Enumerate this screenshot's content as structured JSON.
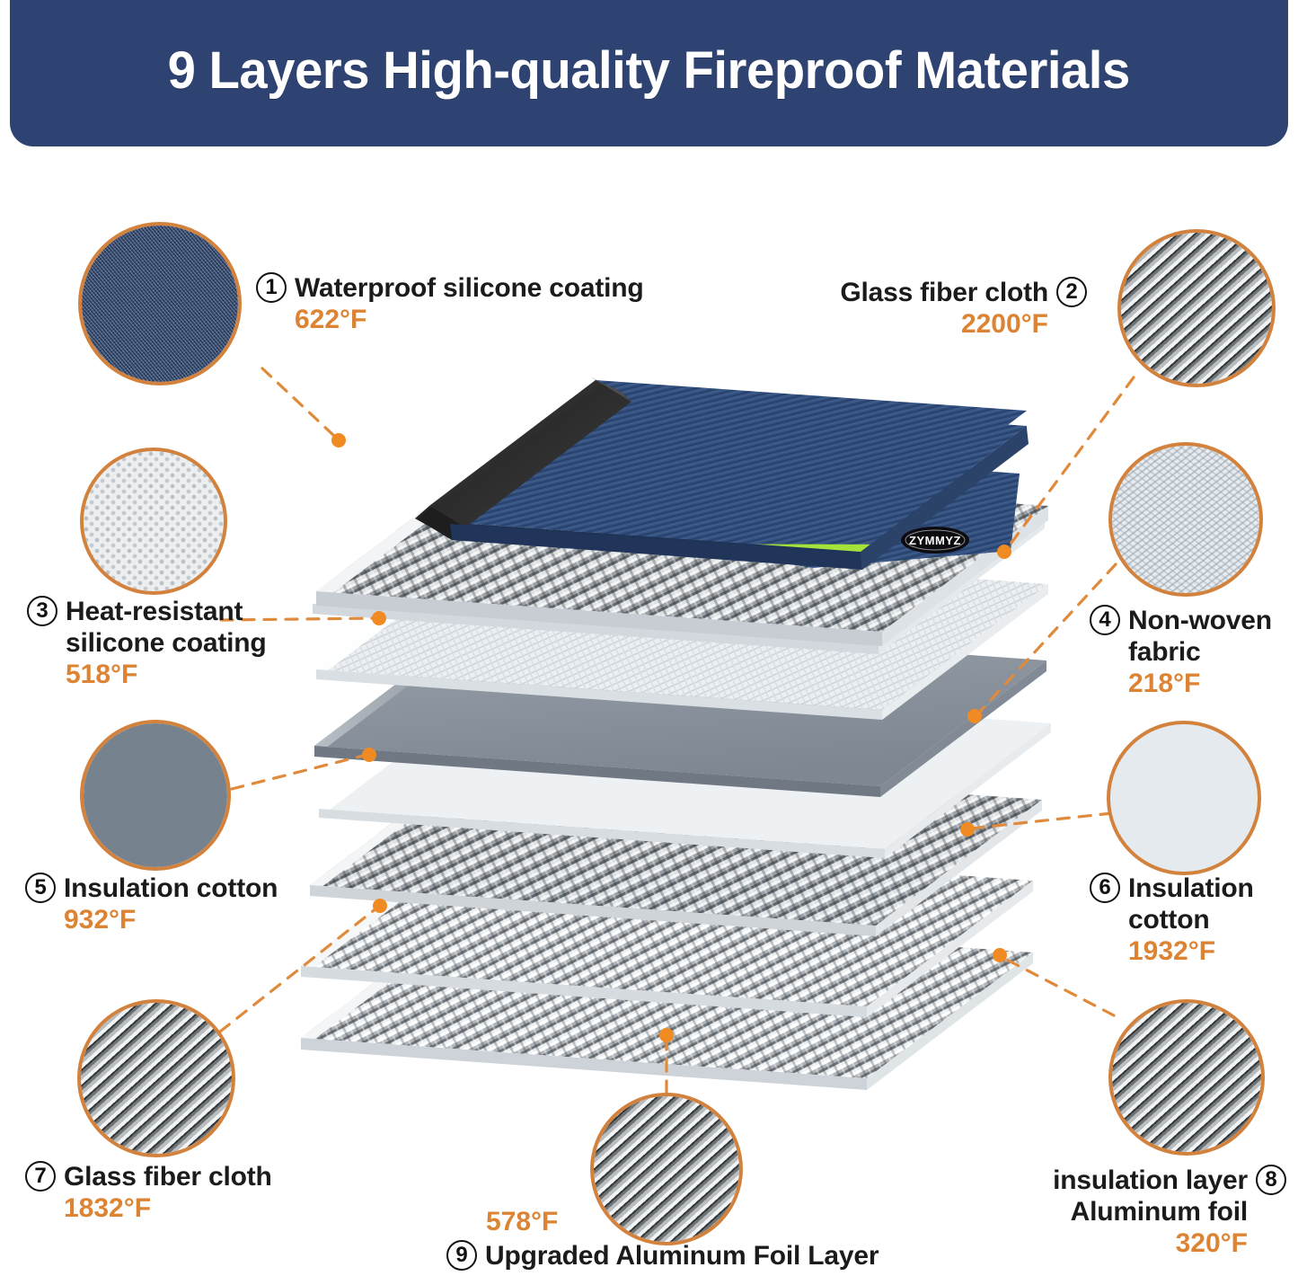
{
  "header": {
    "title": "9 Layers High-quality Fireproof Materials",
    "background_color": "#2e4372",
    "text_color": "#ffffff"
  },
  "accent": {
    "temperature_color": "#dd8434",
    "callout_line_color": "#e08a3c",
    "swatch_ring_color": "#d2823c",
    "label_text_color": "#1b1b1b"
  },
  "product": {
    "brand_logo_text": "ZYMMYZ",
    "top_layer_color": "#2f4a7c",
    "stripe_color": "#a6e33a",
    "edge_color": "#3a3a3a"
  },
  "layers": [
    {
      "number": "1",
      "name": "Waterproof silicone coating",
      "temperature": "622°F",
      "swatch": "navy-woven-texture",
      "align": "left"
    },
    {
      "number": "2",
      "name": "Glass fiber cloth",
      "temperature": "2200°F",
      "swatch": "gray-twill-weave-texture",
      "align": "right"
    },
    {
      "number": "3",
      "name_line1": "Heat-resistant",
      "name_line2": "silicone coating",
      "temperature": "518°F",
      "swatch": "white-dotted-silicone-texture",
      "align": "left"
    },
    {
      "number": "4",
      "name_line1": "Non-woven",
      "name_line2": "fabric",
      "temperature": "218°F",
      "swatch": "white-nonwoven-texture",
      "align": "left"
    },
    {
      "number": "5",
      "name": "Insulation cotton",
      "temperature": "932°F",
      "swatch": "slate-gray-solid",
      "align": "left"
    },
    {
      "number": "6",
      "name_line1": "Insulation",
      "name_line2": "cotton",
      "temperature": "1932°F",
      "swatch": "pale-gray-solid",
      "align": "left"
    },
    {
      "number": "7",
      "name": "Glass fiber cloth",
      "temperature": "1832°F",
      "swatch": "gray-twill-weave-texture",
      "align": "left"
    },
    {
      "number": "8",
      "name_line1": "insulation layer",
      "name_line2": "Aluminum foil",
      "temperature": "320°F",
      "swatch": "gray-twill-weave-texture",
      "align": "right"
    },
    {
      "number": "9",
      "name": "Upgraded Aluminum Foil Layer",
      "temperature": "578°F",
      "swatch": "gray-twill-weave-texture",
      "align": "left"
    }
  ]
}
